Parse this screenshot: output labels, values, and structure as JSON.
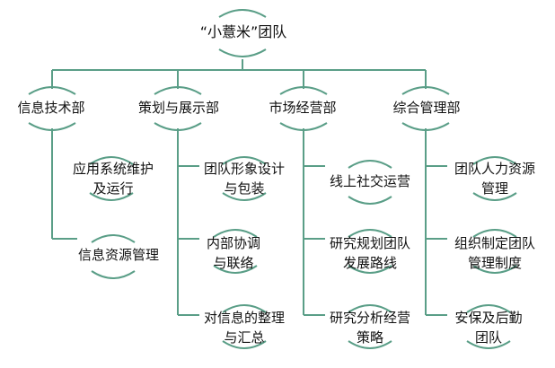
{
  "root": {
    "label": "“小薏米”团队"
  },
  "departments": [
    {
      "label": "信息技术部",
      "tasks": [
        {
          "lines": [
            "应用系统维护",
            "及运行"
          ]
        },
        {
          "lines": [
            "信息资源管理"
          ]
        }
      ]
    },
    {
      "label": "策划与展示部",
      "tasks": [
        {
          "lines": [
            "团队形象设计",
            "与包装"
          ]
        },
        {
          "lines": [
            "内部协调",
            "与联络"
          ]
        },
        {
          "lines": [
            "对信息的整理",
            "与汇总"
          ]
        }
      ]
    },
    {
      "label": "市场经营部",
      "tasks": [
        {
          "lines": [
            "线上社交运营"
          ]
        },
        {
          "lines": [
            "研究规划团队",
            "发展路线"
          ]
        },
        {
          "lines": [
            "研究分析经营",
            "策略"
          ]
        }
      ]
    },
    {
      "label": "综合管理部",
      "tasks": [
        {
          "lines": [
            "团队人力资源",
            "管理"
          ]
        },
        {
          "lines": [
            "组织制定团队",
            "管理制度"
          ]
        },
        {
          "lines": [
            "安保及后勤",
            "团队"
          ]
        }
      ]
    }
  ],
  "colors": {
    "line": "#5a9e87",
    "text": "#111111",
    "background": "#ffffff"
  }
}
